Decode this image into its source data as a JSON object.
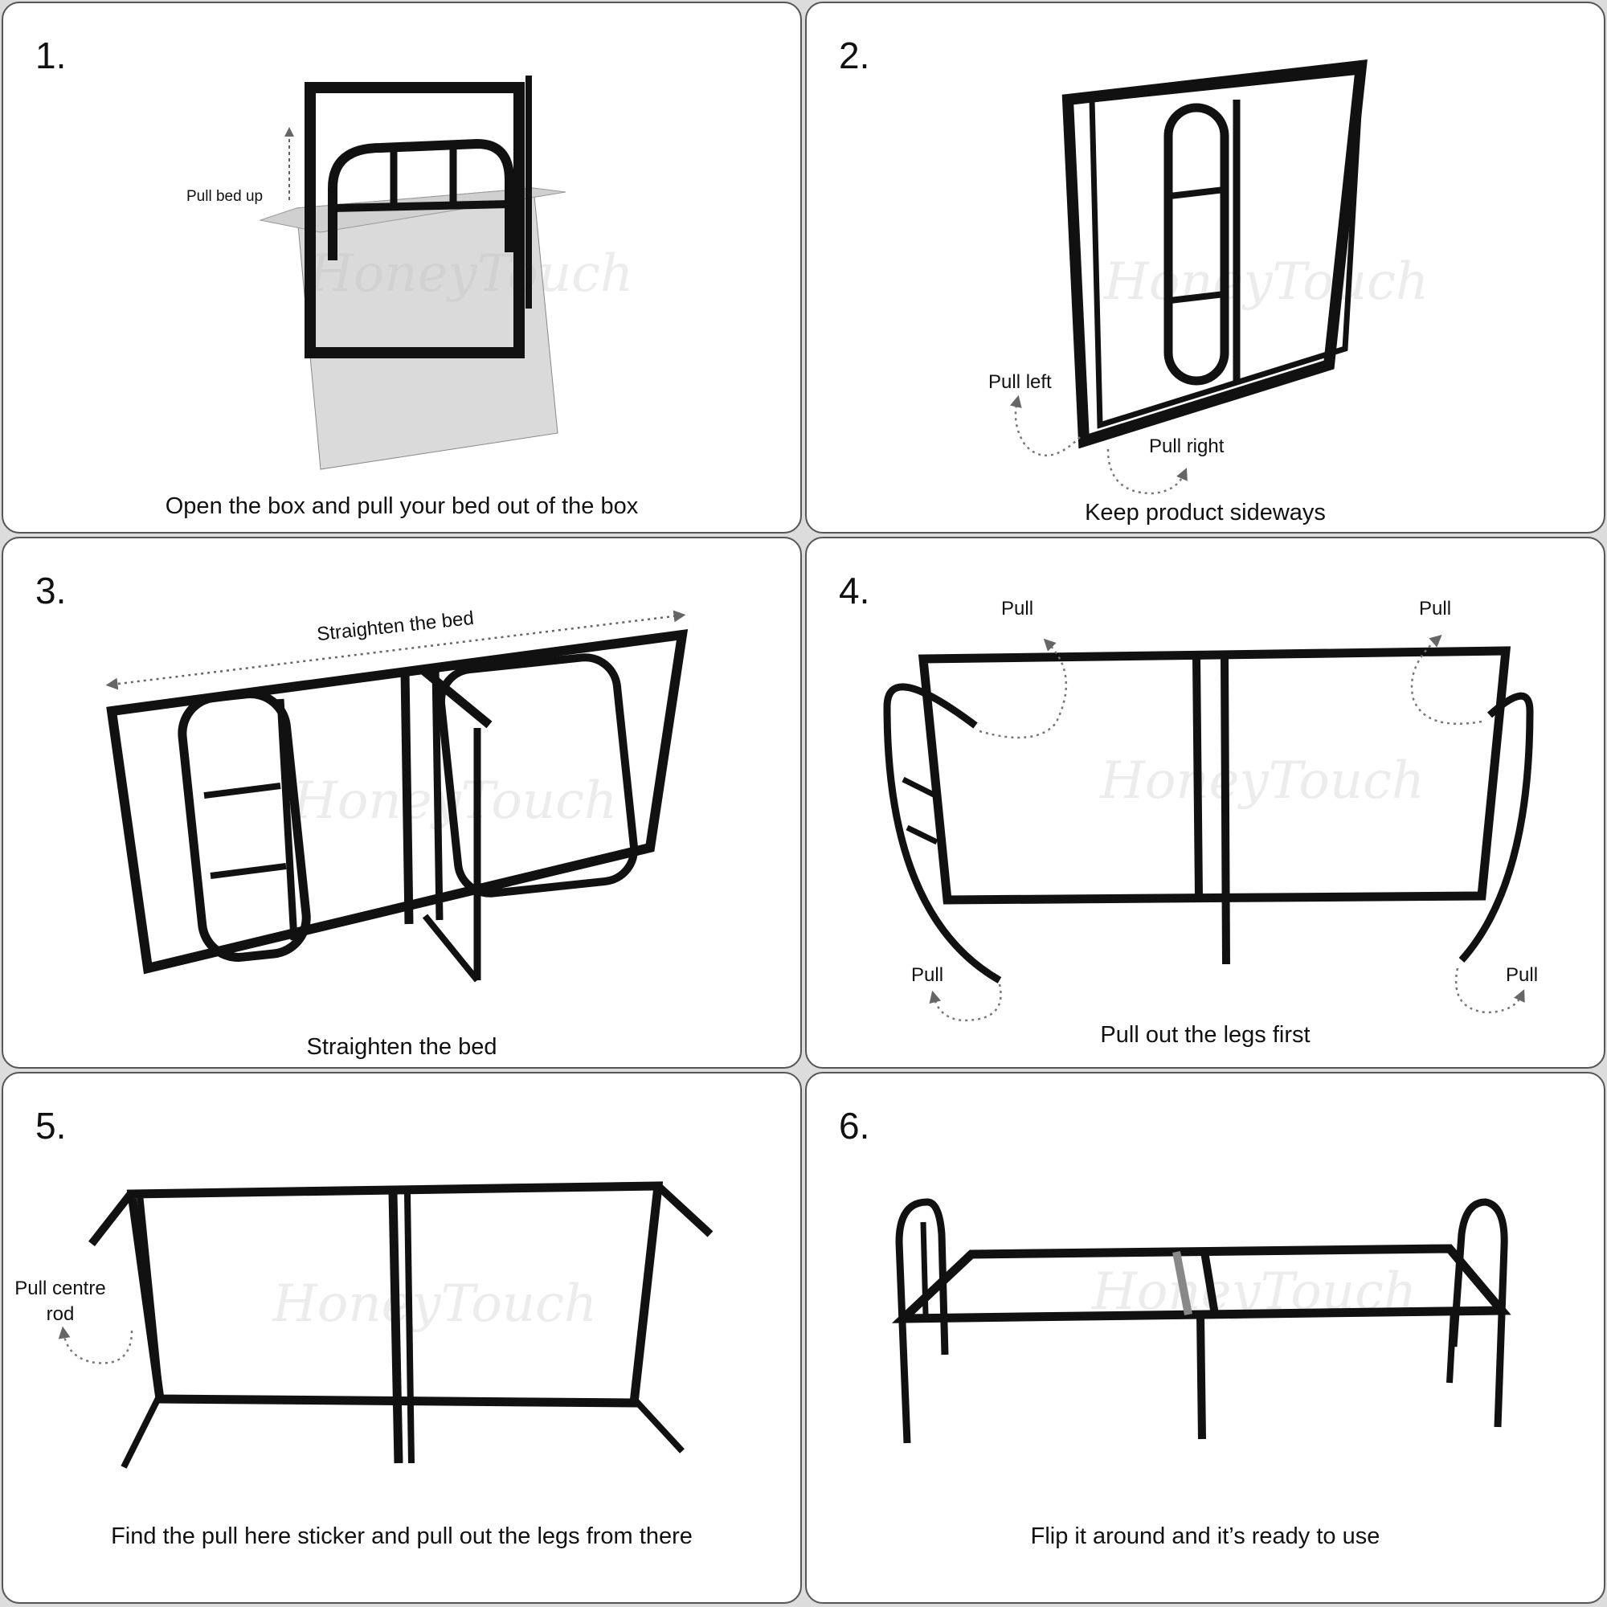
{
  "steps": [
    {
      "number": "1.",
      "caption": "Open the box and pull your bed out of the box",
      "labels": [
        "Pull bed up"
      ]
    },
    {
      "number": "2.",
      "caption": "Keep product sideways",
      "labels": [
        "Pull left",
        "Pull right"
      ]
    },
    {
      "number": "3.",
      "caption": "Straighten the bed",
      "labels": [
        "Straighten the bed"
      ]
    },
    {
      "number": "4.",
      "caption": "Pull out the legs first",
      "labels": [
        "Pull",
        "Pull",
        "Pull",
        "Pull"
      ]
    },
    {
      "number": "5.",
      "caption": "Find the pull here sticker and pull out the legs from there",
      "labels": [
        "Pull centre",
        "rod"
      ]
    },
    {
      "number": "6.",
      "caption": "Flip it around and it’s ready to use",
      "labels": []
    }
  ],
  "watermark": "HoneyTouch"
}
